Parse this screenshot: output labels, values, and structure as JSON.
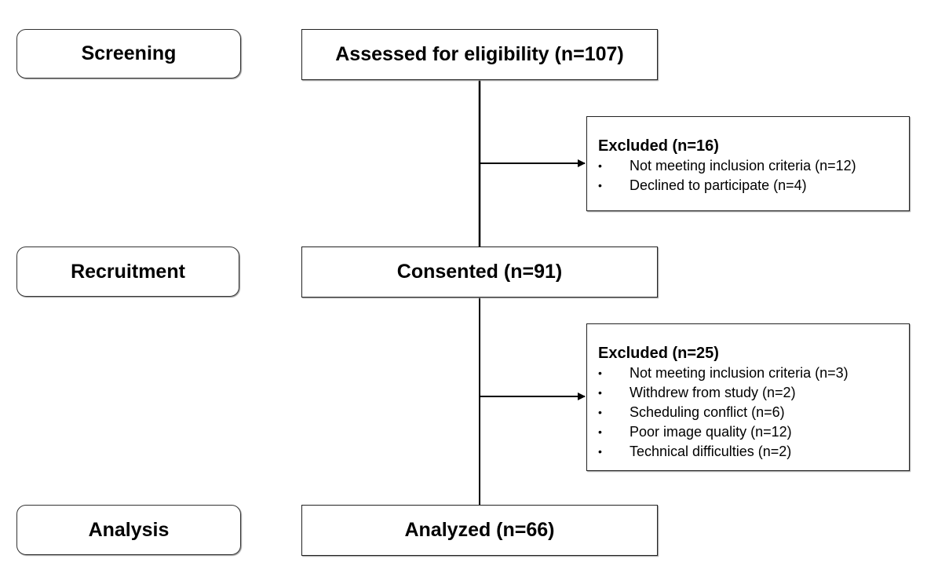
{
  "stages": {
    "screening": "Screening",
    "recruitment": "Recruitment",
    "analysis": "Analysis"
  },
  "flow": {
    "assessed": "Assessed for eligibility (n=107)",
    "consented": "Consented (n=91)",
    "analyzed": "Analyzed (n=66)"
  },
  "exclusions": {
    "first": {
      "title": "Excluded (n=16)",
      "items": [
        "Not meeting inclusion criteria (n=12)",
        "Declined to participate (n=4)"
      ]
    },
    "second": {
      "title": "Excluded (n=25)",
      "items": [
        "Not meeting inclusion criteria (n=3)",
        "Withdrew from study (n=2)",
        "Scheduling conflict (n=6)",
        "Poor image quality (n=12)",
        "Technical difficulties (n=2)"
      ]
    },
    "bullet": "•"
  }
}
